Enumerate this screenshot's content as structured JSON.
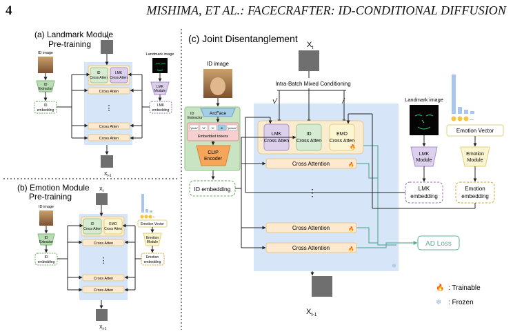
{
  "header": {
    "page_number": "4",
    "running_title": "MISHIMA, ET AL.: FACECRAFTER: ID-CONDITIONAL DIFFUSION"
  },
  "panel_a": {
    "title_line1": "(a) Landmark Module",
    "title_line2": "Pre-training",
    "id_image_label": "ID image",
    "landmark_image_label": "Landmark image",
    "input": "X",
    "input_sub": "t",
    "output": "X",
    "output_sub": "t-1",
    "id_extractor": [
      "ID",
      "Extractor"
    ],
    "id_embedding": [
      "ID",
      "embedding"
    ],
    "lmk_module": [
      "LMK",
      "Module"
    ],
    "lmk_embedding": [
      "LMK",
      "embedding"
    ],
    "id_cross_atten": [
      "ID",
      "Cross Atten"
    ],
    "lmk_cross_atten": [
      "LMK",
      "Cross Atten"
    ],
    "cross_atten": "Cross Atten",
    "ellipsis": "⋮"
  },
  "panel_b": {
    "title_line1": "(b) Emotion Module",
    "title_line2": "Pre-training",
    "id_image_label": "ID image",
    "input": "X",
    "input_sub": "t",
    "output": "X",
    "output_sub": "t-1",
    "id_extractor": [
      "ID",
      "Extractor"
    ],
    "id_embedding": [
      "ID",
      "embedding"
    ],
    "emotion_vector": "Emotion Vector",
    "emotion_module": [
      "Emotion",
      "Module"
    ],
    "emotion_embedding": [
      "Emotion",
      "embedding"
    ],
    "id_cross_atten": [
      "ID",
      "Cross Atten"
    ],
    "emo_cross_atten": [
      "EMO",
      "Cross Atten"
    ],
    "cross_atten": "Cross Atten",
    "ellipsis": "⋮"
  },
  "panel_c": {
    "title": "(c) Joint Disentanglement",
    "input": "X",
    "input_sub": "t",
    "output": "X",
    "output_sub": "t-1",
    "mixed_conditioning": "Intra-Batch Mixed Conditioning",
    "id_image_label": "ID image",
    "id_extractor": [
      "ID",
      "Extractor"
    ],
    "arcface": "ArcFace",
    "tokens": [
      "\"photo\"",
      "\"of\"",
      "\"a\"",
      "ID",
      "\"person\""
    ],
    "embedded_tokens": "Embedded tokens",
    "clip_encoder": [
      "CLIP",
      "Encoder"
    ],
    "id_embedding": "ID embedding",
    "lmk_cross_atten": [
      "LMK",
      "Cross Atten"
    ],
    "id_cross_atten": [
      "ID",
      "Cross Atten"
    ],
    "emo_cross_atten": [
      "EMO",
      "Cross Atten"
    ],
    "cross_attention": "Cross Attention",
    "ellipsis": "⋮",
    "landmark_image_label": "Landmark image",
    "lmk_module": [
      "LMK",
      "Module"
    ],
    "lmk_embedding": [
      "LMK",
      "embedding"
    ],
    "emotion_vector": "Emotion Vector",
    "emotion_module": [
      "Emotion",
      "Module"
    ],
    "emotion_embedding": [
      "Emotion",
      "embedding"
    ],
    "ad_loss": "AD Loss"
  },
  "legend": {
    "trainable": ": Trainable",
    "frozen": ": Frozen"
  },
  "colors": {
    "unet_bg": "#d6e6f8",
    "group_bg": "#fbecd0",
    "lmk_purple": "#ddd0ec",
    "id_green": "#d6ecd2",
    "emo_yellow": "#fcf5d2",
    "cross_orange": "#fde9cf",
    "extractor_green": "#b9dcb4",
    "clip_orange": "#f5a65a",
    "ad_teal": "#5fae9a",
    "dashed_green": "#5aa84d",
    "dashed_purple": "#8f72b8",
    "dashed_orange": "#cfa12a",
    "bar_blue": "#a9c6f0"
  }
}
